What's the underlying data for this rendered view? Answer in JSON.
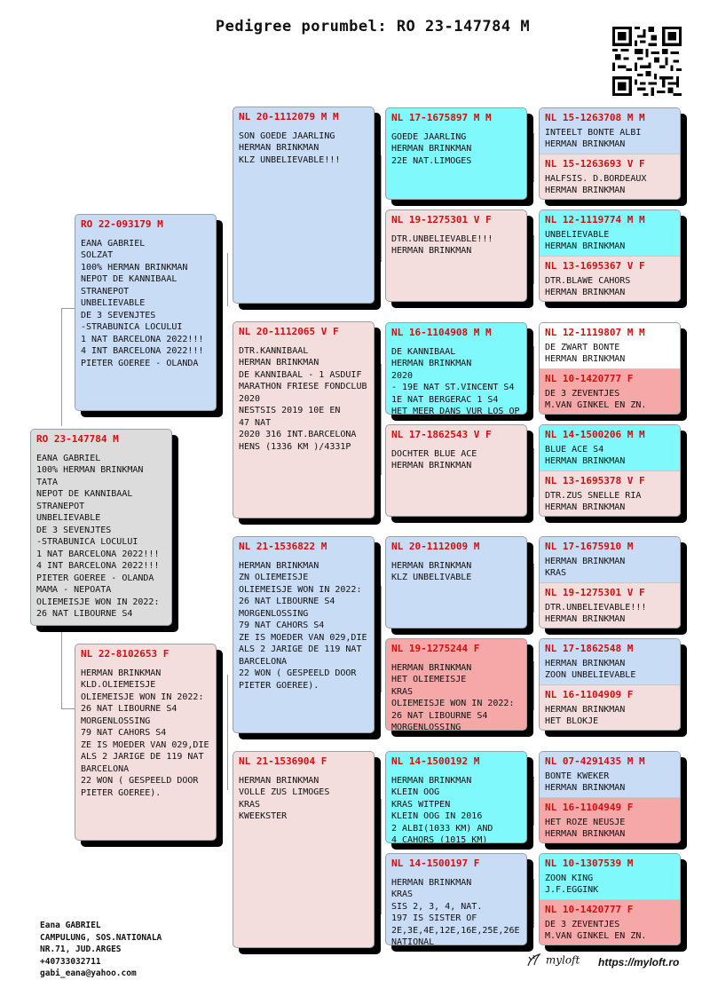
{
  "title": "Pedigree porumbel: RO 23-147784 M",
  "colors": {
    "blue": "#c9dcf5",
    "pink": "#f3dddd",
    "cyan": "#7ff9fb",
    "red": "#f6a7a7",
    "grey": "#dcdcdc",
    "id_text": "#d01010"
  },
  "subject": {
    "id": "RO 23-147784 M",
    "text": "EANA GABRIEL\n100% HERMAN BRINKMAN\nTATA\nNEPOT DE KANNIBAAL\nSTRANEPOT\nUNBELIEVABLE\nDE 3 SEVENJTES\n-STRABUNICA LOCULUI\n1 NAT BARCELONA 2022!!!\n4 INT BARCELONA 2022!!!\nPIETER GOEREE - OLANDA\nMAMA - NEPOATA\nOLIEMEISJE WON IN 2022:\n26 NAT LIBOURNE S4"
  },
  "parents": {
    "sire": {
      "id": "RO 22-093179 M",
      "text": "EANA GABRIEL\nSOLZAT\n100% HERMAN BRINKMAN\nNEPOT DE KANNIBAAL\nSTRANEPOT\nUNBELIEVABLE\nDE 3 SEVENJTES\n-STRABUNICA LOCULUI\n1 NAT BARCELONA 2022!!!\n4 INT BARCELONA 2022!!!\nPIETER GOEREE - OLANDA"
    },
    "dam": {
      "id": "NL 22-8102653 F",
      "text": "HERMAN BRINKMAN\nKLD.OLIEMEISJE\nOLIEMEISJE WON IN 2022:\n26 NAT LIBOURNE S4\nMORGENLOSSING\n79 NAT CAHORS S4\nZE IS MOEDER VAN 029,DIE\nALS 2 JARIGE DE 119 NAT\nBARCELONA\n22 WON ( GESPEELD DOOR\nPIETER GOEREE)."
    }
  },
  "grandparents": [
    {
      "id": "NL 20-1112079 M M",
      "text": "SON GOEDE JAARLING\nHERMAN BRINKMAN\nKLZ UNBELIEVABLE!!!"
    },
    {
      "id": "NL 20-1112065 V F",
      "text": "DTR.KANNIBAAL\nHERMAN BRINKMAN\nDE KANNIBAAL - 1 ASDUIF\nMARATHON FRIESE FONDCLUB\n2020\nNESTSIS 2019 10E EN\n47 NAT\n2020 316 INT.BARCELONA\nHENS (1336 KM )/4331P"
    },
    {
      "id": "NL 21-1536822 M",
      "text": "HERMAN BRINKMAN\nZN OLIEMEISJE\nOLIEMEISJE WON IN 2022:\n26 NAT LIBOURNE S4\nMORGENLOSSING\n79 NAT CAHORS S4\nZE IS MOEDER VAN 029,DIE\nALS 2 JARIGE DE 119 NAT\nBARCELONA\n22 WON ( GESPEELD DOOR\nPIETER GOEREE)."
    },
    {
      "id": "NL 21-1536904 F",
      "text": "HERMAN BRINKMAN\nVOLLE ZUS LIMOGES\nKRAS\nKWEEKSTER"
    }
  ],
  "great_grandparents": [
    {
      "id": "NL 17-1675897 M M",
      "text": "GOEDE JAARLING\nHERMAN BRINKMAN\n22E NAT.LIMOGES"
    },
    {
      "id": "NL 19-1275301 V F",
      "text": "DTR.UNBELIEVABLE!!!\nHERMAN BRINKMAN"
    },
    {
      "id": "NL 16-1104908 M M",
      "text": "DE KANNIBAAL\nHERMAN BRINKMAN\n2020\n- 19E NAT ST.VINCENT S4\n1E NAT BERGERAC 1 S4\nHET MEER DANS VUR LOS OP"
    },
    {
      "id": "NL 17-1862543 V F",
      "text": "DOCHTER BLUE ACE\nHERMAN BRINKMAN"
    },
    {
      "id": "NL 20-1112009 M",
      "text": "HERMAN BRINKMAN\nKLZ UNBELIVABLE"
    },
    {
      "id": "NL 19-1275244 F",
      "text": "HERMAN BRINKMAN\nHET OLIEMEISJE\nKRAS\nOLIEMEISJE WON IN 2022:\n26 NAT LIBOURNE S4\nMORGENLOSSING"
    },
    {
      "id": "NL 14-1500192 M",
      "text": "HERMAN BRINKMAN\nKLEIN OOG\nKRAS WITPEN\nKLEIN OOG IN 2016\n2 ALBI(1033 KM) AND\n4 CAHORS (1015 KM)"
    },
    {
      "id": "NL 14-1500197 F",
      "text": "HERMAN BRINKMAN\nKRAS\nSIS 2, 3, 4, NAT.\n197 IS SISTER OF\n2E,3E,4E,12E,16E,25E,26E\nNATIONAL"
    }
  ],
  "ggg": [
    {
      "id": "NL 15-1263708 M M",
      "text": "INTEELT BONTE ALBI\nHERMAN BRINKMAN"
    },
    {
      "id": "NL 15-1263693 V F",
      "text": "HALFSIS. D.BORDEAUX\nHERMAN BRINKMAN"
    },
    {
      "id": "NL 12-1119774 M M",
      "text": "UNBELIEVABLE\nHERMAN BRINKMAN"
    },
    {
      "id": "NL 13-1695367 V F",
      "text": "DTR.BLAWE CAHORS\nHERMAN BRINKMAN"
    },
    {
      "id": "NL 12-1119807 M M",
      "text": "DE ZWART BONTE\nHERMAN BRINKMAN"
    },
    {
      "id": "NL 10-1420777 F",
      "text": "DE 3 ZEVENTJES\nM.VAN GINKEL EN ZN."
    },
    {
      "id": "NL 14-1500206 M M",
      "text": "BLUE ACE S4\nHERMAN BRINKMAN"
    },
    {
      "id": "NL 13-1695378 V F",
      "text": "DTR.ZUS SNELLE RIA\nHERMAN BRINKMAN"
    },
    {
      "id": "NL 17-1675910 M",
      "text": "HERMAN BRINKMAN\nKRAS"
    },
    {
      "id": "NL 19-1275301 V F",
      "text": "DTR.UNBELIEVABLE!!!\nHERMAN BRINKMAN"
    },
    {
      "id": "NL 17-1862548 M",
      "text": "HERMAN BRINKMAN\nZOON UNBELIEVABLE"
    },
    {
      "id": "NL 16-1104909 F",
      "text": "HERMAN BRINKMAN\nHET BLOKJE"
    },
    {
      "id": "NL 07-4291435 M M",
      "text": "BONTE KWEKER\nHERMAN BRINKMAN"
    },
    {
      "id": "NL 16-1104949 F",
      "text": "HET ROZE NEUSJE\nHERMAN BRINKMAN"
    },
    {
      "id": "NL 10-1307539 M",
      "text": "ZOON KING\nJ.F.EGGINK"
    },
    {
      "id": "NL 10-1420777 F",
      "text": "DE 3 ZEVENTJES\nM.VAN GINKEL EN ZN."
    }
  ],
  "footer": {
    "contact": "Eana GABRIEL\nCAMPULUNG, SOS.NATIONALA\nNR.71, JUD.ARGES\n+40733032711\ngabi_eana@yahoo.com",
    "logo": "myloft",
    "url": "https://myloft.ro"
  }
}
